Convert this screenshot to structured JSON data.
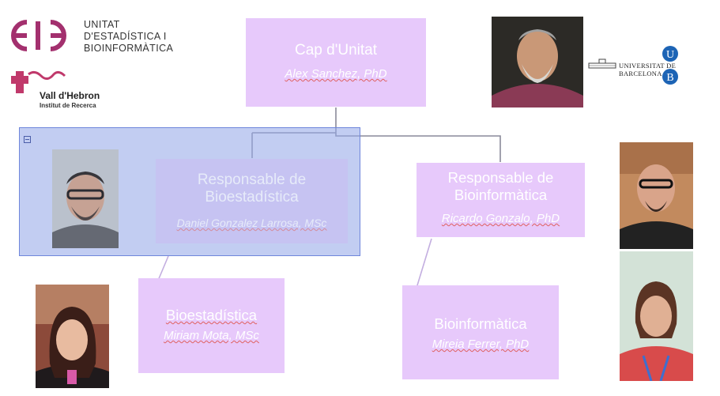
{
  "logos": {
    "ueb": {
      "line1": "UNITAT",
      "line2": "D'ESTADÍSTICA I",
      "line3": "BIOINFORMÀTICA"
    },
    "vall_hebron": {
      "name": "Vall d'Hebron",
      "subtitle": "Institut de Recerca"
    },
    "ub": {
      "name": "UNIVERSITAT DE BARCELONA"
    }
  },
  "org": {
    "head": {
      "title": "Cap d'Unitat",
      "person": "Alex Sanchez, PhD"
    },
    "left_manager": {
      "title1": "Responsable de",
      "title2": "Bioestadística",
      "person": "Daniel Gonzalez Larrosa, MSc"
    },
    "right_manager": {
      "title1": "Responsable de",
      "title2": "Bioinformàtica",
      "person": "Ricardo Gonzalo, PhD"
    },
    "biostat": {
      "title": "Bioestadística",
      "person": "Miriam Mota, MSc"
    },
    "bioinfo": {
      "title": "Bioinformàtica",
      "person": "Mireia Ferrer, PhD"
    }
  },
  "colors": {
    "box": "#e7c9fb",
    "selection": "#8ea2e6",
    "connector": "#8a8a9a"
  }
}
